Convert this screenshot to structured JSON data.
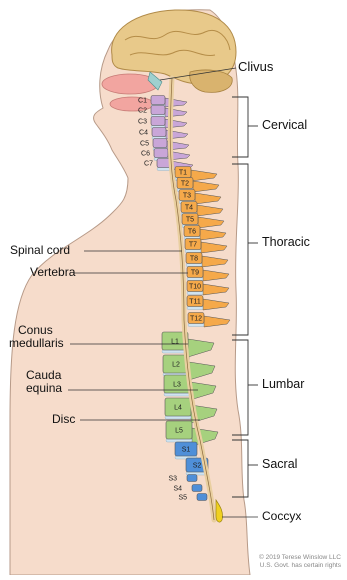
{
  "structures": {
    "clivus": "Clivus",
    "spinal_cord": "Spinal cord",
    "vertebra": "Vertebra",
    "conus_line1": "Conus",
    "conus_line2": "medullaris",
    "cauda_line1": "Cauda",
    "cauda_line2": "equina",
    "disc": "Disc",
    "coccyx": "Coccyx"
  },
  "regions": {
    "cervical": "Cervical",
    "thoracic": "Thoracic",
    "lumbar": "Lumbar",
    "sacral": "Sacral"
  },
  "vertebrae": {
    "cervical": [
      "C1",
      "C2",
      "C3",
      "C4",
      "C5",
      "C6",
      "C7"
    ],
    "thoracic": [
      "T1",
      "T2",
      "T3",
      "T4",
      "T5",
      "T6",
      "T7",
      "T8",
      "T9",
      "T10",
      "T11",
      "T12"
    ],
    "lumbar": [
      "L1",
      "L2",
      "L3",
      "L4",
      "L5"
    ],
    "sacral": [
      "S1",
      "S2",
      "S3",
      "S4",
      "S5"
    ]
  },
  "copyright": {
    "line1": "© 2019 Terese Winslow LLC",
    "line2": "U.S. Govt. has certain rights"
  },
  "colors": {
    "skin": "#f6dccb",
    "skin_outline": "#7a6a60",
    "brain": "#e8c98a",
    "cervical": "#c9a6d8",
    "thoracic": "#f5a94a",
    "lumbar": "#a6d17e",
    "sacral": "#4f8fd8",
    "coccyx": "#f0d020",
    "disc": "#cfe3f0",
    "cord": "#e9cfa0"
  }
}
